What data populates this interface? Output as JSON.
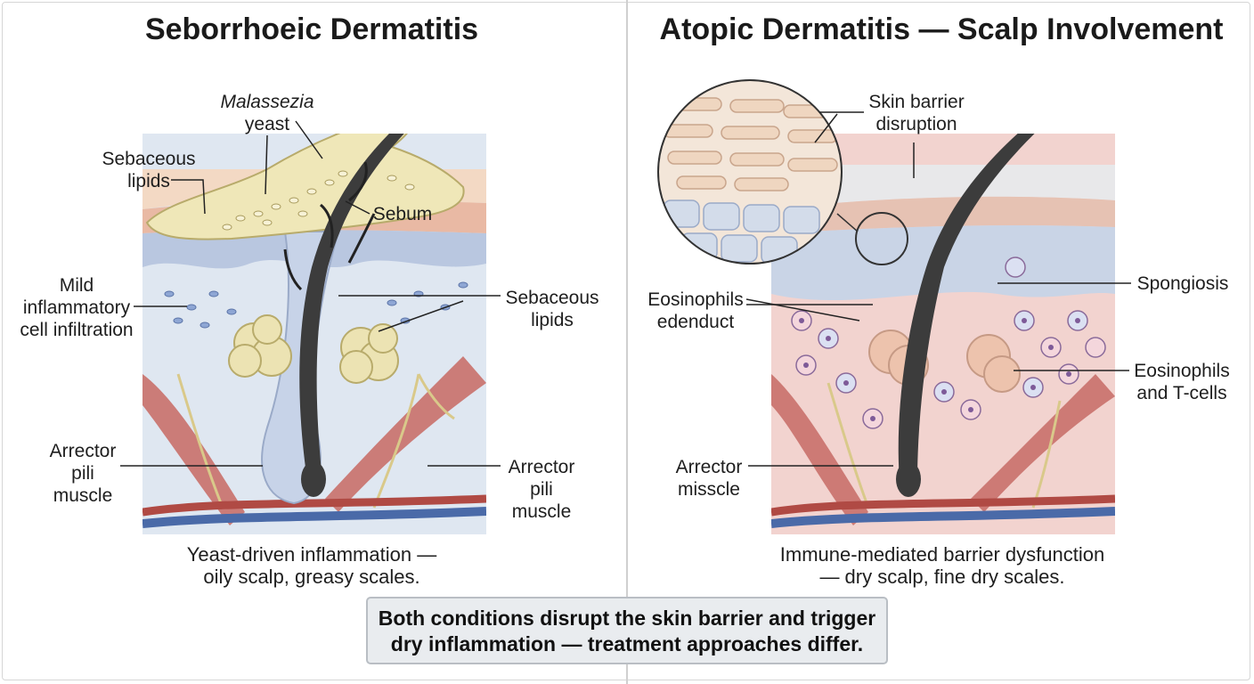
{
  "left_panel": {
    "title": "Seborrhoeic Dermatitis",
    "labels": {
      "malassezia_line1": "Malassezia",
      "malassezia_line2": "yeast",
      "sebaceous_lipids_top_line1": "Sebaceous",
      "sebaceous_lipids_top_line2": "lipids",
      "sebum": "Sebum",
      "mild_line1": "Mild",
      "mild_line2": "inflammatory",
      "mild_line3": "cell infiltration",
      "sebaceous_lipids_right_line1": "Sebaceous",
      "sebaceous_lipids_right_line2": "lipids",
      "arrector_left_line1": "Arrector",
      "arrector_left_line2": "pili",
      "arrector_left_line3": "muscle",
      "arrector_right_line1": "Arrector",
      "arrector_right_line2": "pili",
      "arrector_right_line3": "muscle"
    },
    "caption_line1": "Yeast-driven inflammation —",
    "caption_line2": "oily scalp, greasy scales."
  },
  "right_panel": {
    "title": "Atopic Dermatitis — Scalp Involvement",
    "labels": {
      "barrier_line1": "Skin barrier",
      "barrier_line2": "disruption",
      "spongiosis": "Spongiosis",
      "eos_left_line1": "Eosinophils",
      "eos_left_line2": "edenduct",
      "eos_right_line1": "Eosinophils",
      "eos_right_line2": "and T-cells",
      "arrector_line1": "Arrector",
      "arrector_line2": "misscle"
    },
    "caption_line1": "Immune-mediated barrier dysfunction",
    "caption_line2": "— dry scalp, fine dry scales."
  },
  "summary": {
    "line1": "Both conditions disrupt the skin barrier and trigger",
    "line2": "dry inflammation — treatment approaches differ."
  },
  "colors": {
    "epidermis_yellow": "#efe7b8",
    "dermis_blue": "#dbe4ef",
    "dermis_pink": "#f2cfcc",
    "hair": "#3c3c3c",
    "muscle": "#c9706a",
    "vessel_blue": "#4a6aa8",
    "vessel_red": "#b04a44",
    "summary_bg": "#e9ecef"
  }
}
